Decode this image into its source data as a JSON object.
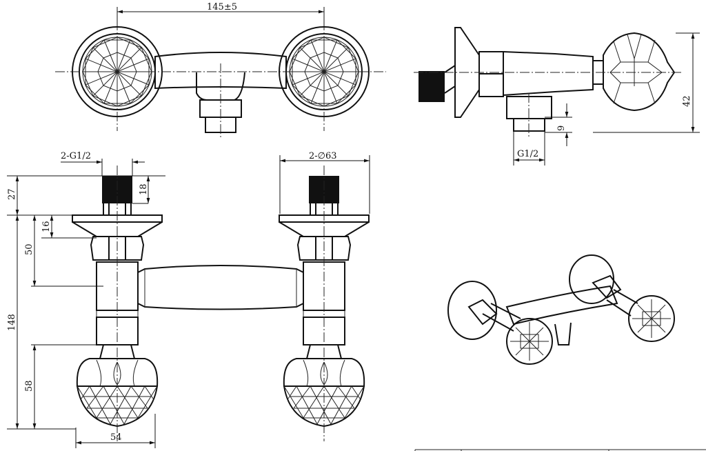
{
  "title": "Wall-mounted two-handle mixer technical drawing",
  "dimensions": {
    "center_distance": "145±5",
    "side_height": "42",
    "side_outlet": "9",
    "side_thread": "G1/2",
    "inlet_thread": "2-G1/2",
    "flange_dia": "2-∅63",
    "thread_len": "18",
    "inlet_height": "27",
    "flange_depth": "16",
    "body_offset": "50",
    "total_height": "148",
    "knob_height": "58",
    "knob_width": "54"
  },
  "colors": {
    "line": "#111111",
    "background": "#ffffff"
  }
}
